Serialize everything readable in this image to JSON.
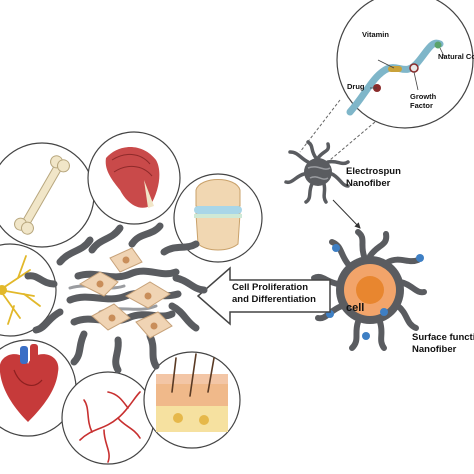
{
  "labels": {
    "vitamin": "Vitamin",
    "natural_compound": "Natural Compound",
    "drug": "Drug",
    "growth_factor": "Growth Factor",
    "electrospun_line1": "Electrospun",
    "electrospun_line2": "Nanofiber",
    "cell": "cell",
    "surface_line1": "Surface functionalized",
    "surface_line2": "Nanofiber",
    "prolif_line1": "Cell Proliferation",
    "prolif_line2": "and Differentiation"
  },
  "tissues": [
    "bone",
    "skeletal-muscle",
    "cartilage-joint",
    "nerve",
    "heart",
    "blood-vessels",
    "skin"
  ],
  "colors": {
    "fiber": "#5a5c60",
    "fiber_light": "#9a9ca0",
    "vitamin_bead": "#7fb6c9",
    "drug_bead": "#8a2b2b",
    "growth_factor_bead": "#c9a23a",
    "cell_orange": "#f2a46a",
    "cell_core": "#e8862f",
    "blue_dot": "#3e7fc4",
    "cell_tan": "#f0d4b4"
  }
}
